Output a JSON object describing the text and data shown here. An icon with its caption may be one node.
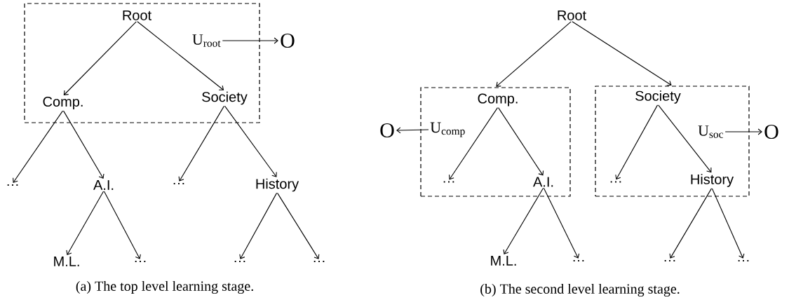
{
  "diagram": {
    "nodes": [
      {
        "text": [],
        "shape": "box"
      },
      {
        "text": [
          "Root"
        ],
        "in": 0
      },
      {
        "text": [
          "Comp."
        ],
        "in": 0
      },
      {
        "text": [
          "Society"
        ],
        "in": 0
      },
      {
        "text": [
          "U$_{root}$"
        ],
        "in": 0
      },
      {
        "text": [
          "O"
        ]
      },
      {
        "text": [
          "…"
        ]
      },
      {
        "text": [
          "A.I."
        ]
      },
      {
        "text": [
          "…"
        ]
      },
      {
        "text": [
          "History"
        ]
      },
      {
        "text": [
          "M.L."
        ]
      },
      {
        "text": [
          "…"
        ]
      },
      {
        "text": [
          "…"
        ]
      },
      {
        "text": [
          "…"
        ]
      },
      {
        "text": [
          "Root"
        ]
      },
      {
        "text": [],
        "shape": "box"
      },
      {
        "text": [
          "Comp."
        ],
        "in": 15
      },
      {
        "text": [
          "U$_{comp}$"
        ],
        "in": 15
      },
      {
        "text": [
          "…"
        ],
        "in": 15
      },
      {
        "text": [
          "A.I."
        ],
        "in": 15
      },
      {
        "text": [],
        "shape": "box"
      },
      {
        "text": [
          "Society"
        ],
        "in": 20
      },
      {
        "text": [
          "U$_{soc}$"
        ],
        "in": 20
      },
      {
        "text": [
          "…"
        ],
        "in": 20
      },
      {
        "text": [
          "History"
        ],
        "in": 20
      },
      {
        "text": [
          "O"
        ]
      },
      {
        "text": [
          "O"
        ]
      },
      {
        "text": [
          "M.L."
        ]
      },
      {
        "text": [
          "…"
        ]
      },
      {
        "text": [
          "…"
        ]
      },
      {
        "text": [
          "…"
        ]
      }
    ],
    "edges": [
      {
        "from": 1,
        "to": 2,
        "arrow": "to"
      },
      {
        "from": 1,
        "to": 3,
        "arrow": "to"
      },
      {
        "from": 4,
        "to": 5,
        "arrow": "to"
      },
      {
        "from": 2,
        "to": 6,
        "arrow": "to"
      },
      {
        "from": 2,
        "to": 7,
        "arrow": "to"
      },
      {
        "from": 3,
        "to": 8,
        "arrow": "to"
      },
      {
        "from": 3,
        "to": 9,
        "arrow": "to"
      },
      {
        "from": 7,
        "to": 10,
        "arrow": "to"
      },
      {
        "from": 7,
        "to": 11,
        "arrow": "to"
      },
      {
        "from": 9,
        "to": 12,
        "arrow": "to"
      },
      {
        "from": 9,
        "to": 13,
        "arrow": "to"
      },
      {
        "from": 14,
        "to": 15,
        "arrow": "to"
      },
      {
        "from": 14,
        "to": 20,
        "arrow": "to"
      },
      {
        "from": 17,
        "to": 25,
        "arrow": "to"
      },
      {
        "from": 16,
        "to": 18,
        "arrow": "to"
      },
      {
        "from": 16,
        "to": 19,
        "arrow": "to"
      },
      {
        "from": 22,
        "to": 26,
        "arrow": "to"
      },
      {
        "from": 21,
        "to": 23,
        "arrow": "to"
      },
      {
        "from": 21,
        "to": 24,
        "arrow": "to"
      },
      {
        "from": 19,
        "to": 27,
        "arrow": "to"
      },
      {
        "from": 19,
        "to": 28,
        "arrow": "to"
      },
      {
        "from": 24,
        "to": 29,
        "arrow": "to"
      },
      {
        "from": 24,
        "to": 30,
        "arrow": "to"
      }
    ],
    "labels": [
      "(a) The top level learning stage.",
      "(b) The second level learning stage."
    ]
  }
}
